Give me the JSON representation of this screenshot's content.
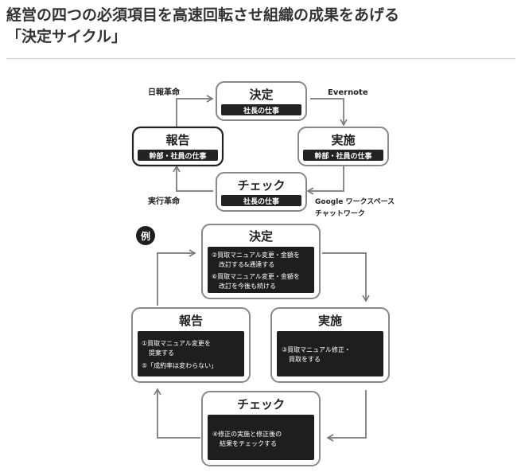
{
  "title": {
    "line1": "経営の四つの必須項目を高速回転させ組織の成果をあげる",
    "line2": "「決定サイクル」"
  },
  "cycle_top": {
    "decision": {
      "label": "決定",
      "sub": "社長の仕事"
    },
    "execution": {
      "label": "実施",
      "sub": "幹部・社員の仕事"
    },
    "check": {
      "label": "チェック",
      "sub": "社長の仕事"
    },
    "report": {
      "label": "報告",
      "sub": "幹部・社員の仕事"
    },
    "tools": {
      "nippo": "日報革命",
      "evernote": "Evernote",
      "jikko": "実行革命",
      "google_line1": "Google ワークスペース",
      "google_line2": "チャットワーク"
    }
  },
  "example": {
    "badge": "例",
    "decision": {
      "label": "決定",
      "items": [
        "②買取マニュアル変更・金額を",
        "改訂する&通達する",
        "⑥買取マニュアル変更・金額を",
        "改訂を今後も続ける"
      ]
    },
    "execution": {
      "label": "実施",
      "items": [
        "③買取マニュアル修正・",
        "買取をする"
      ]
    },
    "check": {
      "label": "チェック",
      "items": [
        "④修正の実施と修正後の",
        "結果をチェックする"
      ]
    },
    "report": {
      "label": "報告",
      "items": [
        "①買取マニュアル変更を",
        "提案する",
        "⑤「成約率は変わらない」"
      ]
    }
  }
}
